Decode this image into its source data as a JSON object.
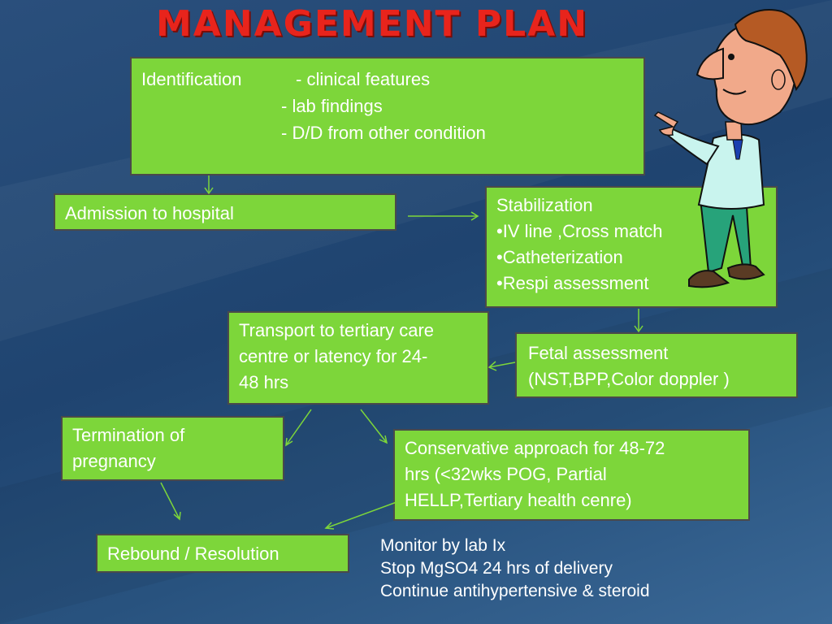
{
  "title": "MANAGEMENT PLAN",
  "colors": {
    "box_fill": "#7dd63a",
    "arrow": "#7dd63a",
    "title": "#e8241c",
    "background": "#24497a"
  },
  "nodes": {
    "identification": {
      "label": "Identification",
      "items": [
        "- clinical features",
        "- lab findings",
        "- D/D from other condition"
      ]
    },
    "admission": {
      "label": "Admission to hospital"
    },
    "stabilization": {
      "lines": [
        "Stabilization",
        "•IV line ,Cross match",
        "•Catheterization",
        "•Respi assessment"
      ]
    },
    "fetal": {
      "lines": [
        "Fetal assessment",
        "(NST,BPP,Color doppler )"
      ]
    },
    "transport": {
      "lines": [
        "Transport to tertiary care",
        "centre or latency for 24-",
        "48 hrs"
      ]
    },
    "termination": {
      "lines": [
        "Termination of",
        "pregnancy"
      ]
    },
    "conservative": {
      "lines": [
        "Conservative approach for 48-72",
        "hrs (<32wks POG, Partial",
        "HELLP,Tertiary health cenre)"
      ]
    },
    "rebound": {
      "label": "Rebound / Resolution"
    }
  },
  "notes": [
    "Monitor by lab Ix",
    "Stop MgSO4 24 hrs of delivery",
    "Continue antihypertensive & steroid"
  ],
  "illustration": {
    "icon": "pointing-man-cartoon"
  }
}
